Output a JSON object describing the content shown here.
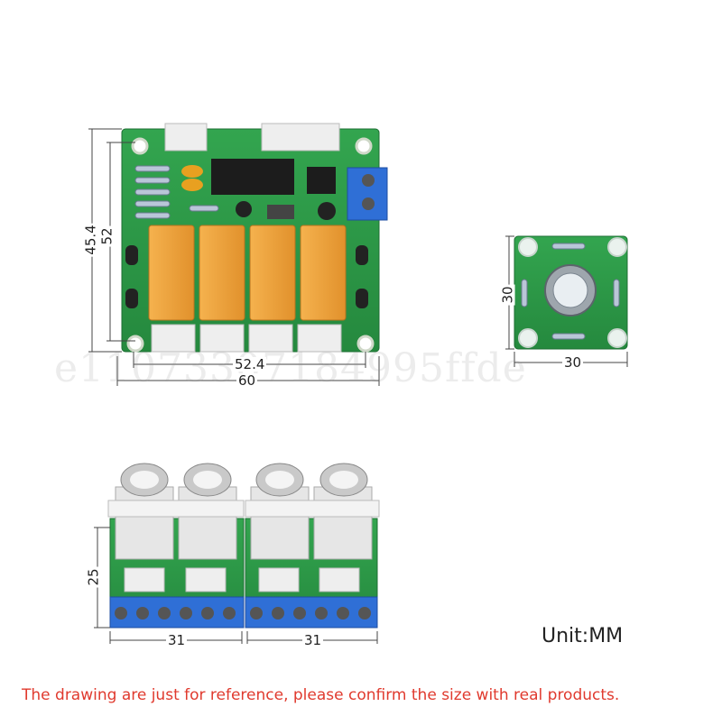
{
  "dimensions": {
    "main_board_height_inner": "45.4",
    "main_board_height_outer": "52",
    "main_board_width_inner": "52.4",
    "main_board_width_outer": "60",
    "button_board_height": "30",
    "button_board_width": "30",
    "rca_board_height": "25",
    "rca_board_left_width": "31",
    "rca_board_right_width": "31"
  },
  "unit_label": "Unit:MM",
  "disclaimer": "The drawing are just for reference, please confirm the size with real products.",
  "watermark": "e11073307184995ffde",
  "colors": {
    "pcb_green": "#2f9b4a",
    "relay_orange": "#f0a33a",
    "terminal_blue": "#2f6fd6",
    "disclaimer_red": "#e03a2e"
  }
}
